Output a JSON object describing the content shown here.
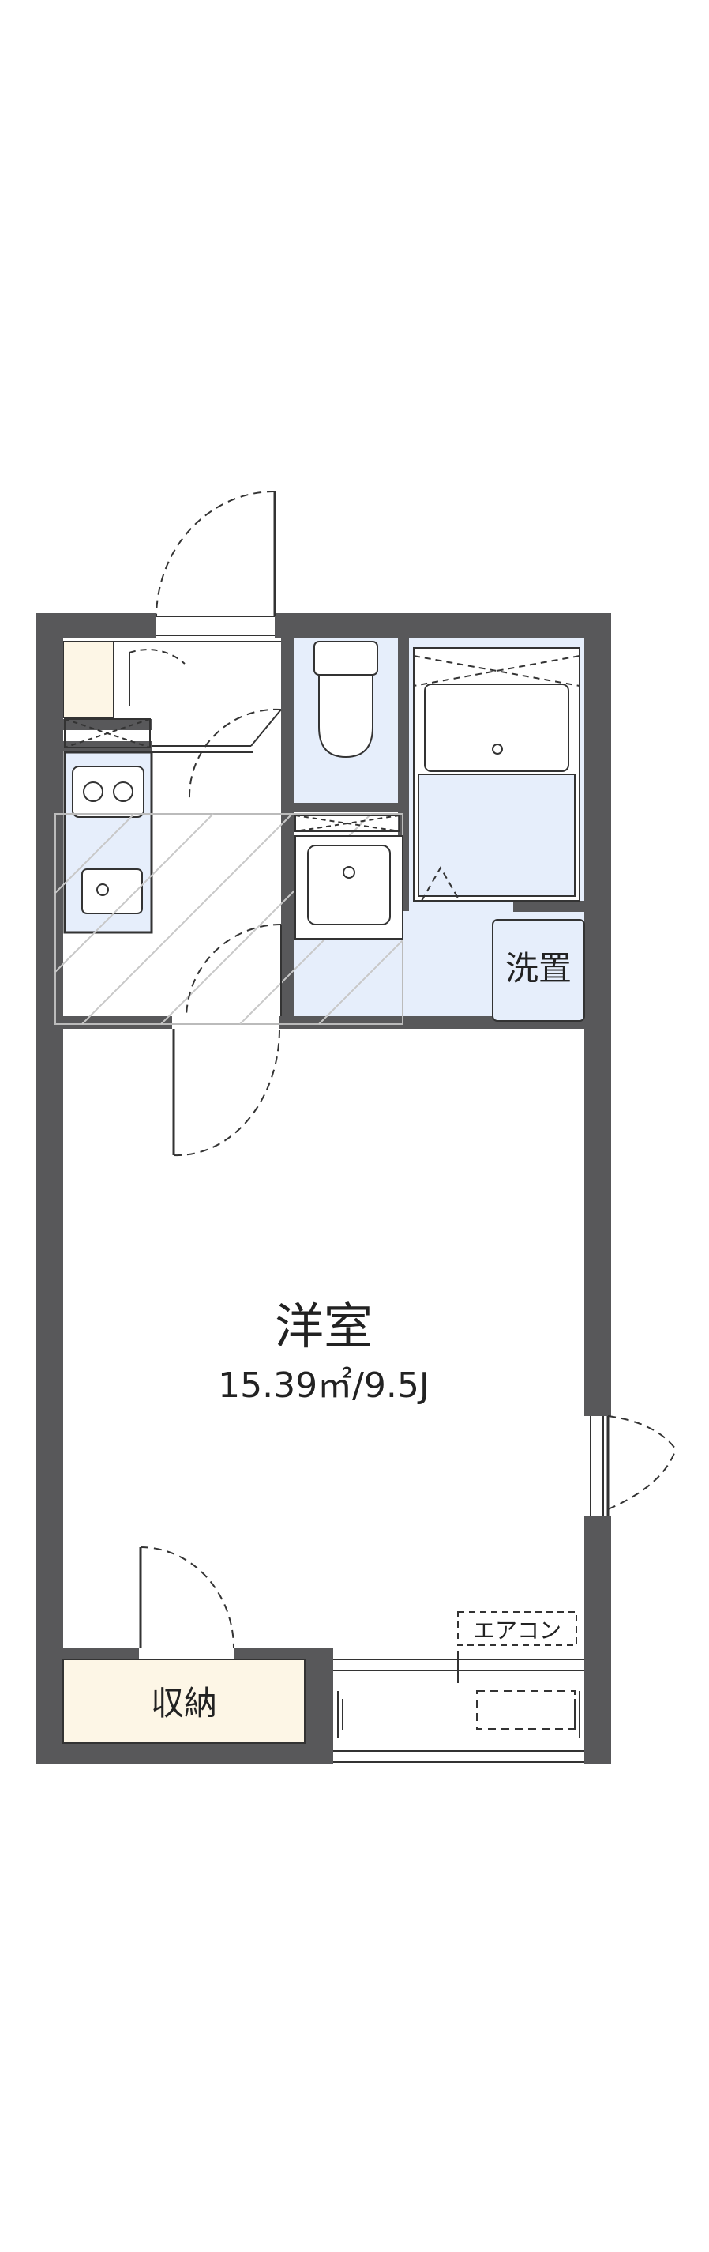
{
  "rooms": {
    "western_room": {
      "name": "洋室",
      "area": "15.39㎡/9.5J"
    },
    "laundry": {
      "name": "洗置"
    },
    "closet": {
      "name": "収納"
    }
  },
  "fixtures": {
    "air_conditioner": "エアコン"
  },
  "colors": {
    "wall": "#58585a",
    "wet_area": "#e6eefb",
    "storage": "#fdf6e6",
    "line": "#333333"
  }
}
